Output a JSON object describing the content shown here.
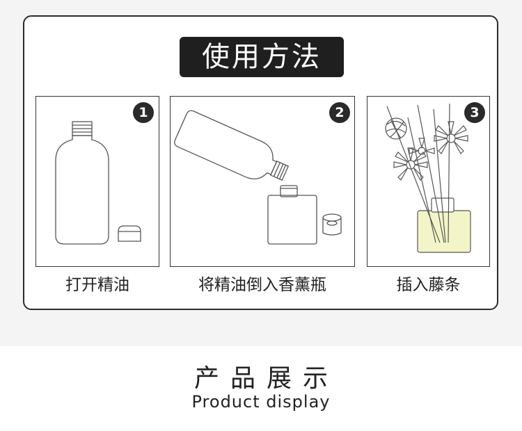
{
  "panel": {
    "title": "使用方法",
    "steps": [
      {
        "number": "1",
        "caption": "打开精油"
      },
      {
        "number": "2",
        "caption": "将精油倒入香薰瓶"
      },
      {
        "number": "3",
        "caption": "插入藤条"
      }
    ]
  },
  "section": {
    "title": "产品展示",
    "subtitle": "Product display"
  },
  "colors": {
    "badge": "#2a2a2a",
    "title_pill": "#1f1f1f",
    "diffuser_liquid": "#f3f5c8"
  },
  "icons": [
    "oil-bottle-icon",
    "bottle-cap-icon",
    "pouring-bottle-icon",
    "glass-jar-icon",
    "reed-diffuser-icon",
    "flower-icon",
    "rattan-ball-icon"
  ]
}
